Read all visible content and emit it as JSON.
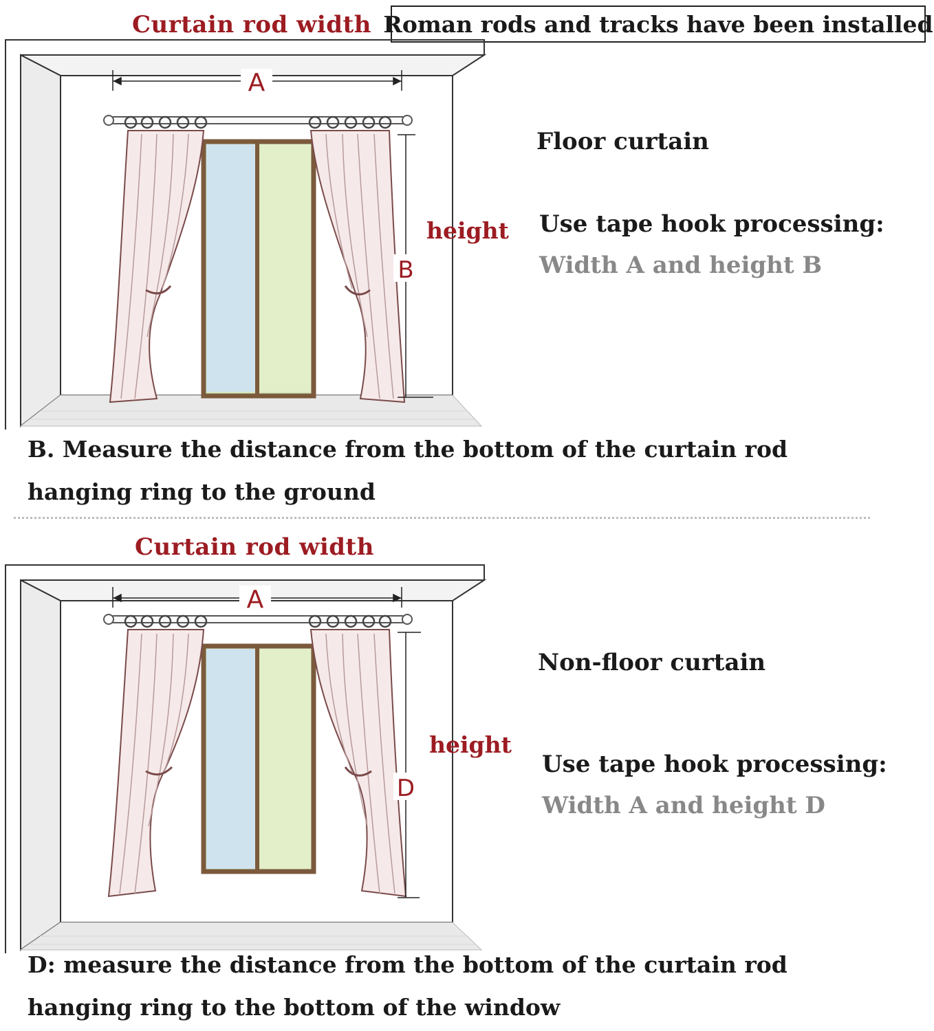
{
  "header_note": "Roman rods and tracks have been installed",
  "top": {
    "rod_label": "Curtain rod width",
    "letter_width": "A",
    "letter_height": "B",
    "height_label": "height",
    "kind": "Floor curtain",
    "processing": "Use tape hook processing:",
    "dims": "Width A and height B",
    "instruction_line1": "B. Measure the distance from the bottom of the curtain rod",
    "instruction_line2": "hanging ring to the ground"
  },
  "bottom": {
    "rod_label": "Curtain rod width",
    "letter_width": "A",
    "letter_height": "D",
    "height_label": "height",
    "kind": "Non-floor curtain",
    "processing": "Use tape hook processing:",
    "dims": "Width A and height D",
    "instruction_line1": "D: measure the distance from the bottom of the curtain rod",
    "instruction_line2": "hanging ring to the bottom of the window"
  },
  "colors": {
    "accent_red": "#9c1c22",
    "curtain_line": "#7a4a4a",
    "curtain_fill": "#f6e9e9",
    "window_frame": "#7b5a3c",
    "glass_green": "#d6e7bf",
    "glass_blue": "#cfe3ee"
  }
}
